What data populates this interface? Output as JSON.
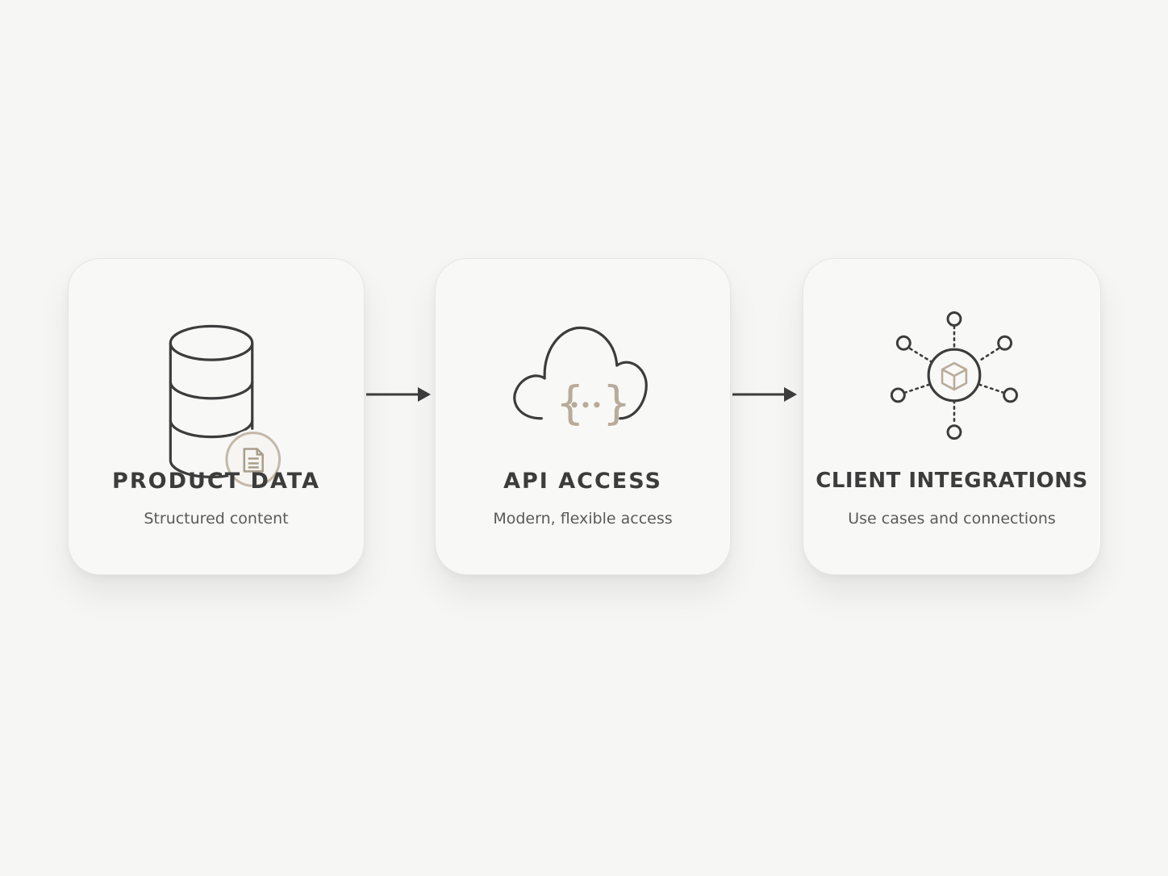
{
  "steps": [
    {
      "title": "PRODUCT DATA",
      "subtitle": "Structured content",
      "icon": "database-document-icon"
    },
    {
      "title": "API ACCESS",
      "subtitle": "Modern, flexible access",
      "icon": "cloud-api-icon"
    },
    {
      "title": "CLIENT INTEGRATIONS",
      "subtitle": "Use cases and connections",
      "icon": "network-cube-icon"
    }
  ],
  "colors": {
    "background": "#f6f6f5",
    "card": "#f8f8f7",
    "stroke": "#3c3c3c",
    "accent": "#b8ab99"
  }
}
